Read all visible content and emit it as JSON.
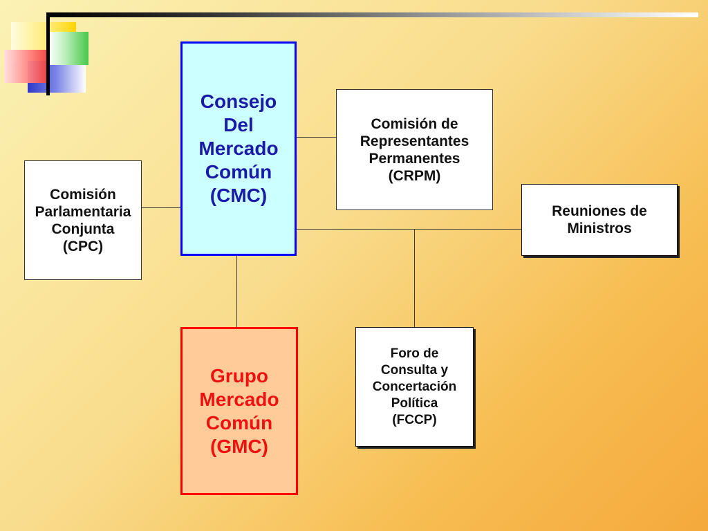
{
  "diagram": {
    "nodes": [
      {
        "id": "cmc",
        "label": "Consejo\nDel\nMercado\nComún\n(CMC)",
        "text_color": "#1a1aa8",
        "fill": "#ccffff",
        "border": "#0000ff"
      },
      {
        "id": "crpm",
        "label": "Comisión de\nRepresentantes\nPermanentes\n(CRPM)"
      },
      {
        "id": "cpc",
        "label": "Comisión\nParlamentaria\nConjunta\n(CPC)"
      },
      {
        "id": "reuniones",
        "label": "Reuniones de\nMinistros"
      },
      {
        "id": "gmc",
        "label": "Grupo\nMercado\nComún\n(GMC)",
        "text_color": "#ee1111",
        "fill": "#ffcc99",
        "border": "#ff0000"
      },
      {
        "id": "fccp",
        "label": "Foro de\nConsulta y\nConcertación\nPolítica\n(FCCP)"
      }
    ],
    "edges": [
      {
        "from": "cmc",
        "to": "crpm"
      },
      {
        "from": "cmc",
        "to": "cpc"
      },
      {
        "from": "cmc",
        "to": "reuniones"
      },
      {
        "from": "cmc",
        "to": "fccp"
      },
      {
        "from": "cmc",
        "to": "gmc"
      }
    ]
  },
  "colors": {
    "background_light": "#fbf2b4",
    "background_dark": "#f5a93c",
    "connector": "#3a3a3a"
  }
}
